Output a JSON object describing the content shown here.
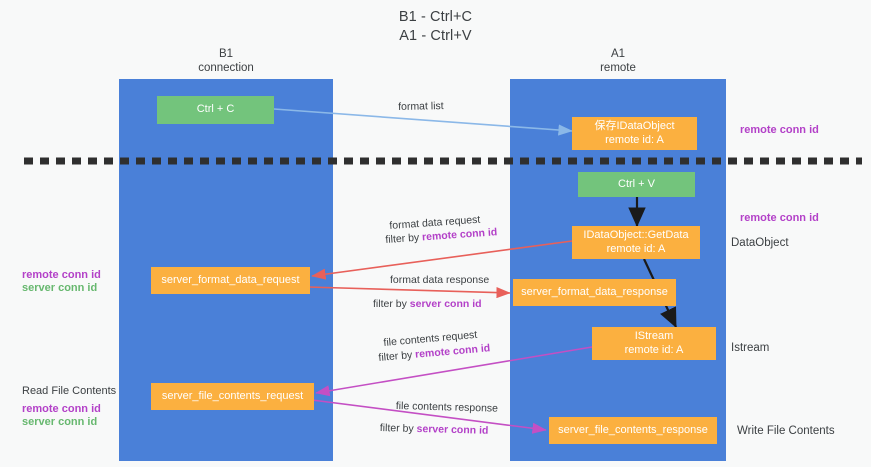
{
  "title": {
    "line1": "B1 - Ctrl+C",
    "line2": "A1 - Ctrl+V"
  },
  "columns": [
    {
      "id": "b1",
      "line1": "B1",
      "line2": "connection"
    },
    {
      "id": "a1",
      "line1": "A1",
      "line2": "remote"
    }
  ],
  "nodes": {
    "ctrl_c": {
      "line1": "Ctrl + C",
      "line2": ""
    },
    "save_idataobject": {
      "line1": "保存IDataObject",
      "line2": "remote id: A"
    },
    "ctrl_v": {
      "line1": "Ctrl + V",
      "line2": ""
    },
    "idataobject_getdata": {
      "line1": "IDataObject::GetData",
      "line2": "remote id: A"
    },
    "server_format_data_request": {
      "line1": "server_format_data_request",
      "line2": ""
    },
    "server_format_data_response": {
      "line1": "server_format_data_response",
      "line2": ""
    },
    "istream": {
      "line1": "IStream",
      "line2": "remote id: A"
    },
    "server_file_contents_request": {
      "line1": "server_file_contents_request",
      "line2": ""
    },
    "server_file_contents_response": {
      "line1": "server_file_contents_response",
      "line2": ""
    }
  },
  "edge_labels": {
    "format_list": {
      "text": "format list"
    },
    "format_data_request": {
      "text": "format data request"
    },
    "format_data_request_filter": {
      "prefix": "filter by ",
      "highlight": "remote conn id"
    },
    "format_data_response": {
      "text": "format data response"
    },
    "format_data_response_filter": {
      "prefix": "filter by ",
      "highlight": "server conn id"
    },
    "file_contents_request": {
      "text": "file contents request"
    },
    "file_contents_request_filter": {
      "prefix": "filter by ",
      "highlight": "remote conn id"
    },
    "file_contents_response": {
      "text": "file contents response"
    },
    "file_contents_response_filter": {
      "prefix": "filter by ",
      "highlight": "server conn id"
    }
  },
  "left_notes": {
    "format_remote_conn_id": "remote conn id",
    "format_server_conn_id": "server conn id",
    "read_file_contents": "Read File Contents",
    "file_remote_conn_id": "remote conn id",
    "file_server_conn_id": "server conn id"
  },
  "right_notes": {
    "remote_conn_id_top": "remote conn id",
    "remote_conn_id_mid": "remote conn id",
    "dataobject": "DataObject",
    "istream": "Istream",
    "write_file_contents": "Write File Contents"
  },
  "colors": {
    "lane": "#4a80d8",
    "node_green": "#73c47c",
    "node_orange": "#fbb040",
    "accent_purple": "#b341c8",
    "accent_green": "#67b86f",
    "arrow_blue": "#8bb8e8",
    "arrow_red": "#e8605a",
    "arrow_magenta": "#c44fc4",
    "arrow_black": "#1a1a1a",
    "divider": "#2f2f2f",
    "background": "#f8f9f9",
    "text": "#3c4043"
  }
}
